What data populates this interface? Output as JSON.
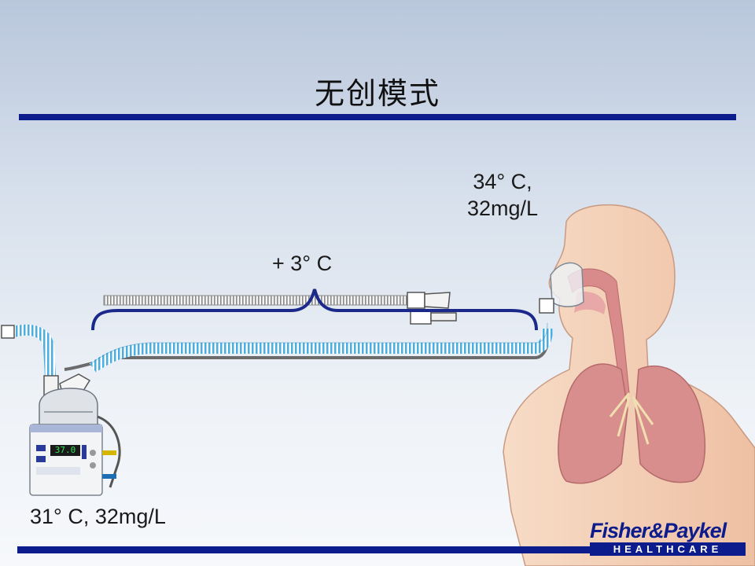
{
  "slide": {
    "title": "无创模式",
    "patient_temp_label": "34° C,",
    "patient_humidity_label": "32mg/L",
    "temp_rise_label": "+ 3° C",
    "chamber_label": "31° C, 32mg/L",
    "humidifier_display": "37.0"
  },
  "logo": {
    "line1": "Fisher&Paykel",
    "line2": "HEALTHCARE"
  },
  "colors": {
    "rule": "#0c1c8c",
    "tube": "#49aee0",
    "bracket": "#1b2a8a",
    "skin": "#f2cfb5",
    "lung": "#d98e8e"
  }
}
